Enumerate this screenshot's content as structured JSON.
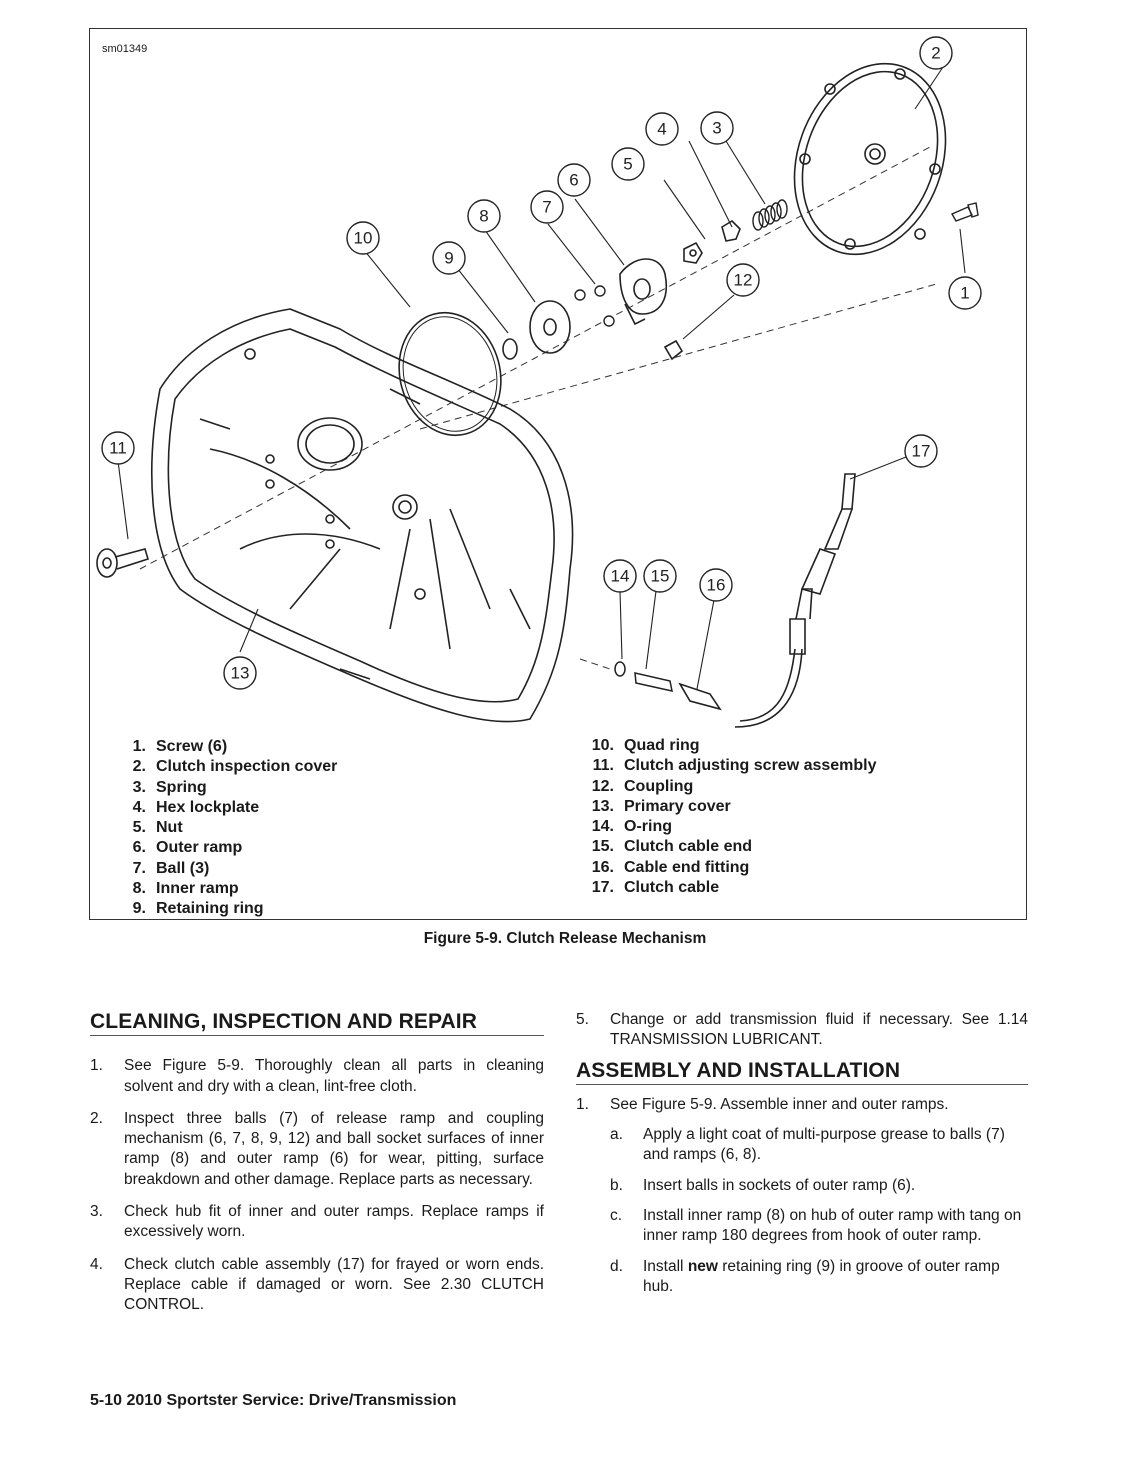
{
  "figure": {
    "id_label": "sm01349",
    "callouts": [
      "1",
      "2",
      "3",
      "4",
      "5",
      "6",
      "7",
      "8",
      "9",
      "10",
      "11",
      "12",
      "13",
      "14",
      "15",
      "16",
      "17"
    ],
    "legend_left": [
      {
        "num": "1.",
        "label": "Screw (6)"
      },
      {
        "num": "2.",
        "label": "Clutch inspection cover"
      },
      {
        "num": "3.",
        "label": "Spring"
      },
      {
        "num": "4.",
        "label": "Hex lockplate"
      },
      {
        "num": "5.",
        "label": "Nut"
      },
      {
        "num": "6.",
        "label": "Outer ramp"
      },
      {
        "num": "7.",
        "label": "Ball (3)"
      },
      {
        "num": "8.",
        "label": "Inner ramp"
      },
      {
        "num": "9.",
        "label": "Retaining ring"
      }
    ],
    "legend_right": [
      {
        "num": "10.",
        "label": "Quad ring"
      },
      {
        "num": "11.",
        "label": "Clutch adjusting screw assembly"
      },
      {
        "num": "12.",
        "label": "Coupling"
      },
      {
        "num": "13.",
        "label": "Primary cover"
      },
      {
        "num": "14.",
        "label": "O-ring"
      },
      {
        "num": "15.",
        "label": "Clutch cable end"
      },
      {
        "num": "16.",
        "label": "Cable end fitting"
      },
      {
        "num": "17.",
        "label": "Clutch cable"
      }
    ],
    "caption": "Figure 5-9. Clutch Release Mechanism"
  },
  "cleaning": {
    "title": "CLEANING, INSPECTION AND REPAIR",
    "steps": [
      {
        "num": "1.",
        "text": "See Figure 5-9. Thoroughly clean all parts in cleaning solvent and dry with a clean, lint-free cloth."
      },
      {
        "num": "2.",
        "text": "Inspect three balls (7) of release ramp and coupling mechanism (6, 7, 8, 9, 12) and ball socket surfaces of inner ramp (8) and outer ramp (6) for wear, pitting, surface breakdown and other damage. Replace parts as necessary."
      },
      {
        "num": "3.",
        "text": "Check hub fit of inner and outer ramps. Replace ramps if excessively worn."
      },
      {
        "num": "4.",
        "text": "Check clutch cable assembly (17) for frayed or worn ends. Replace cable if damaged or worn. See 2.30 CLUTCH CONTROL."
      },
      {
        "num": "5.",
        "text": "Change or add transmission fluid if necessary. See 1.14 TRANSMISSION LUBRICANT."
      }
    ]
  },
  "assembly": {
    "title": "ASSEMBLY AND INSTALLATION",
    "step1": {
      "num": "1.",
      "text": "See Figure 5-9. Assemble inner and outer ramps."
    },
    "substeps": [
      {
        "num": "a.",
        "text": "Apply a light coat of multi-purpose grease to balls (7) and ramps (6, 8)."
      },
      {
        "num": "b.",
        "text": "Insert balls in sockets of outer ramp (6)."
      },
      {
        "num": "c.",
        "text": "Install inner ramp (8) on hub of outer ramp with tang on inner ramp 180 degrees from hook of outer ramp."
      },
      {
        "num": "d.",
        "pre": "Install ",
        "bold": "new",
        "post": " retaining ring (9) in groove of outer ramp hub."
      }
    ]
  },
  "footer": {
    "text": "5-10  2010 Sportster Service: Drive/Transmission"
  }
}
